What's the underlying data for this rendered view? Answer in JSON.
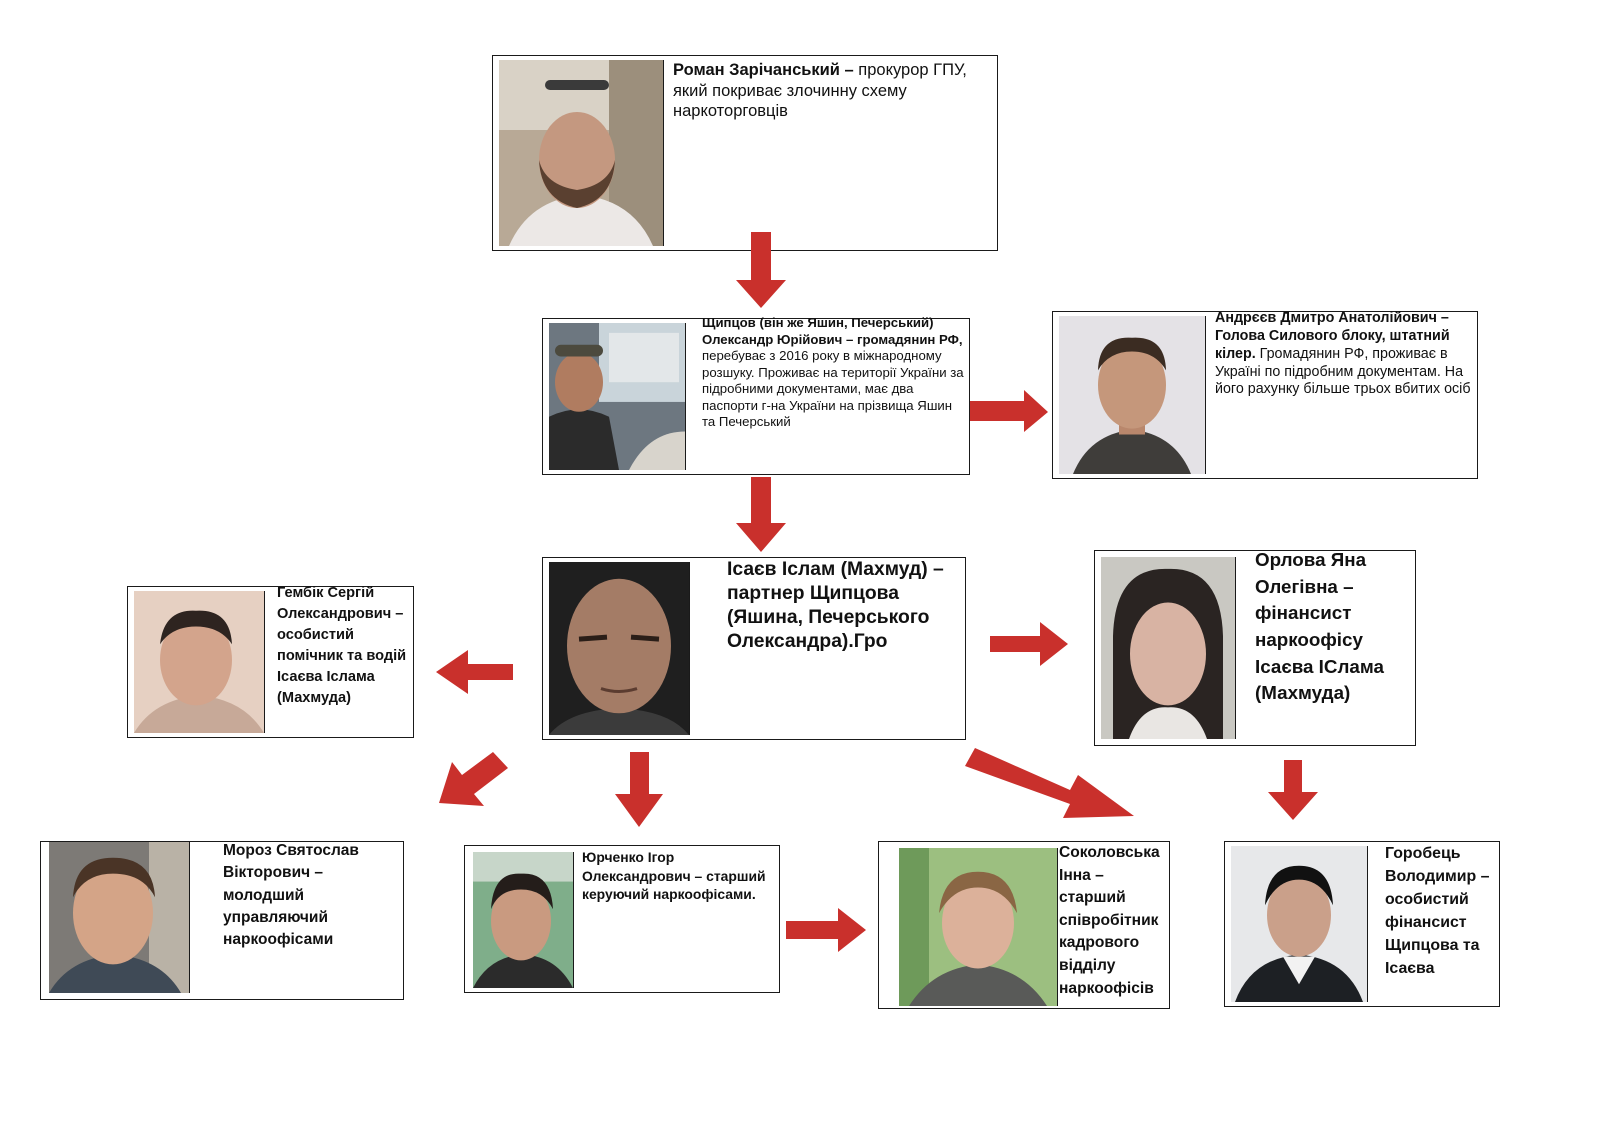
{
  "cards": {
    "zarichanskyi": {
      "name": "Роман Зарічанський –",
      "desc": " прокурор ГПУ, який покриває злочинну схему наркоторговців"
    },
    "shchyptsov": {
      "name": "Щипцов (він же Яшин, Печерський) Олександр Юрійович – громадянин РФ,",
      "desc": " перебуває з 2016 року в міжнародному розшуку. Проживає на території України за підробними документами, має два паспорти г-на України на прізвища Яшин та Печерський"
    },
    "andreev": {
      "name": "Андрєєв Дмитро Анатолійович – Голова Силового блоку, штатний кілер.",
      "desc": " Громадянин РФ, проживає в Україні по підробним документам. На його рахунку більше трьох вбитих осіб"
    },
    "isaev": {
      "name": "Ісаєв Іслам (Махмуд) – партнер Щипцова (Яшина, Печерського Олександра).Гро",
      "desc": ""
    },
    "orlova": {
      "name": "Орлова Яна Олегівна – фінансист наркоофісу Ісаєва ІСлама (Махмуда)",
      "desc": ""
    },
    "hembik": {
      "name": "Гембік Сергій Олександрович – особистий помічник та водій Ісаєва Іслама (Махмуда)",
      "desc": ""
    },
    "moroz": {
      "name": "Мороз Святослав Вікторович – молодший управляючий наркоофісами",
      "desc": ""
    },
    "yurchenko": {
      "name": "Юрченко Ігор Олександрович – старший керуючий наркоофісами.",
      "desc": ""
    },
    "sokolovska": {
      "name": "Соколовська Інна – старший співробітник кадрового відділу наркоофісів",
      "desc": ""
    },
    "horobets": {
      "name": "Горобець Володимир – особистий фінансист Щипцова та Ісаєва",
      "desc": ""
    }
  },
  "colors": {
    "arrow": "#c9302c",
    "border": "#1a1a1a"
  }
}
